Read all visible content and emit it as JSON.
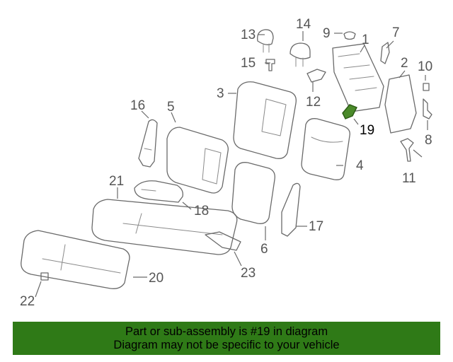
{
  "diagram": {
    "highlight_color": "#4a8a2a",
    "highlighted_part": "19",
    "callouts": [
      "1",
      "2",
      "3",
      "4",
      "5",
      "6",
      "7",
      "8",
      "9",
      "10",
      "11",
      "12",
      "13",
      "14",
      "15",
      "16",
      "17",
      "18",
      "19",
      "20",
      "21",
      "22",
      "23"
    ]
  },
  "banner": {
    "background": "#2f7a17",
    "line1": "Part or sub-assembly is #19 in diagram",
    "line2": "Diagram may not be specific to your vehicle"
  }
}
